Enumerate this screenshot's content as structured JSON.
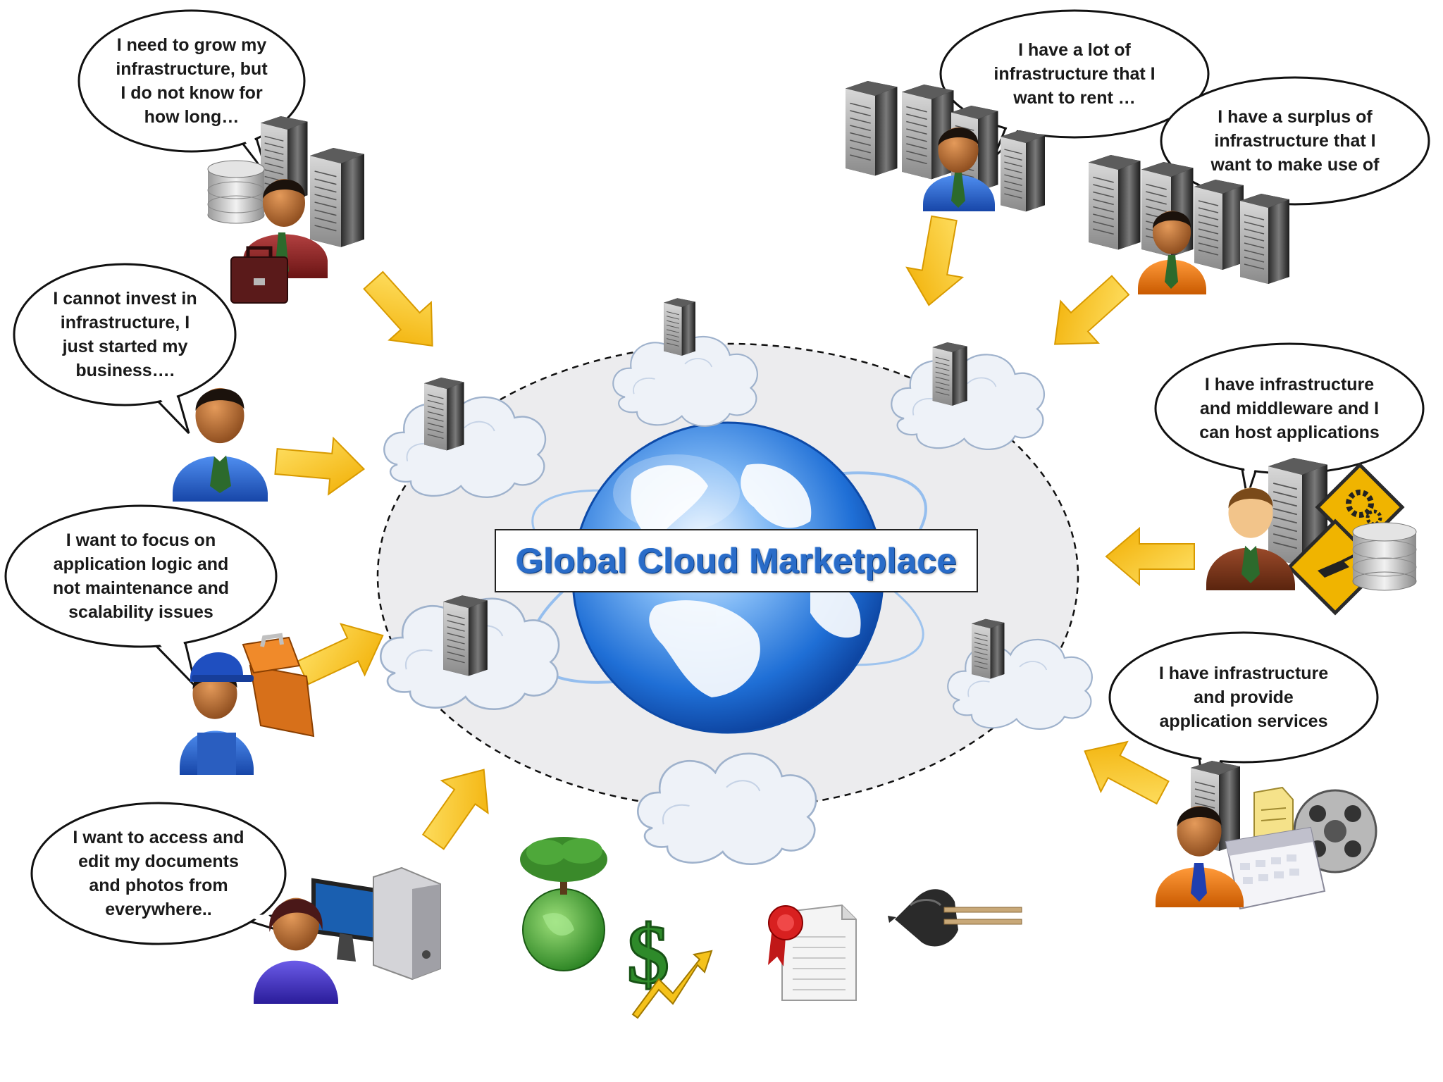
{
  "diagram": {
    "center_title": "Global Cloud Marketplace",
    "speech_bubbles": [
      {
        "id": "grow",
        "text": "I need to grow my\ninfrastructure, but\nI do not know for\nhow long…"
      },
      {
        "id": "invest",
        "text": "I cannot invest in\ninfrastructure, I\njust started my\nbusiness…."
      },
      {
        "id": "focus",
        "text": "I want to focus on\napplication logic and\nnot maintenance and\nscalability issues"
      },
      {
        "id": "access",
        "text": "I want to access and\nedit my documents\nand photos from\neverywhere.."
      },
      {
        "id": "rent",
        "text": "I have a lot of\ninfrastructure that I\nwant to rent …"
      },
      {
        "id": "surplus",
        "text": "I have a surplus of\ninfrastructure that I\nwant to make use of"
      },
      {
        "id": "middleware",
        "text": "I have infrastructure\nand middleware and I\ncan host applications"
      },
      {
        "id": "services",
        "text": "I have infrastructure\nand provide\napplication services"
      }
    ],
    "icons": [
      "businessman-with-servers-icon",
      "businessman-icon",
      "worker-with-toolbox-icon",
      "user-at-computer-icon",
      "server-provider-icon",
      "server-provider-orange-icon",
      "middleware-provider-icon",
      "application-services-provider-icon",
      "green-globe-tree-icon",
      "dollar-growth-icon",
      "certificate-icon",
      "power-plug-icon",
      "world-globe-icon",
      "cloud-server-icon"
    ],
    "colors": {
      "arrow": "#f5c21b",
      "title": "#2a6cc8",
      "globe": "#3a86e0",
      "cloud": "#eef2f8",
      "marketplace_fill": "#ececee"
    }
  }
}
